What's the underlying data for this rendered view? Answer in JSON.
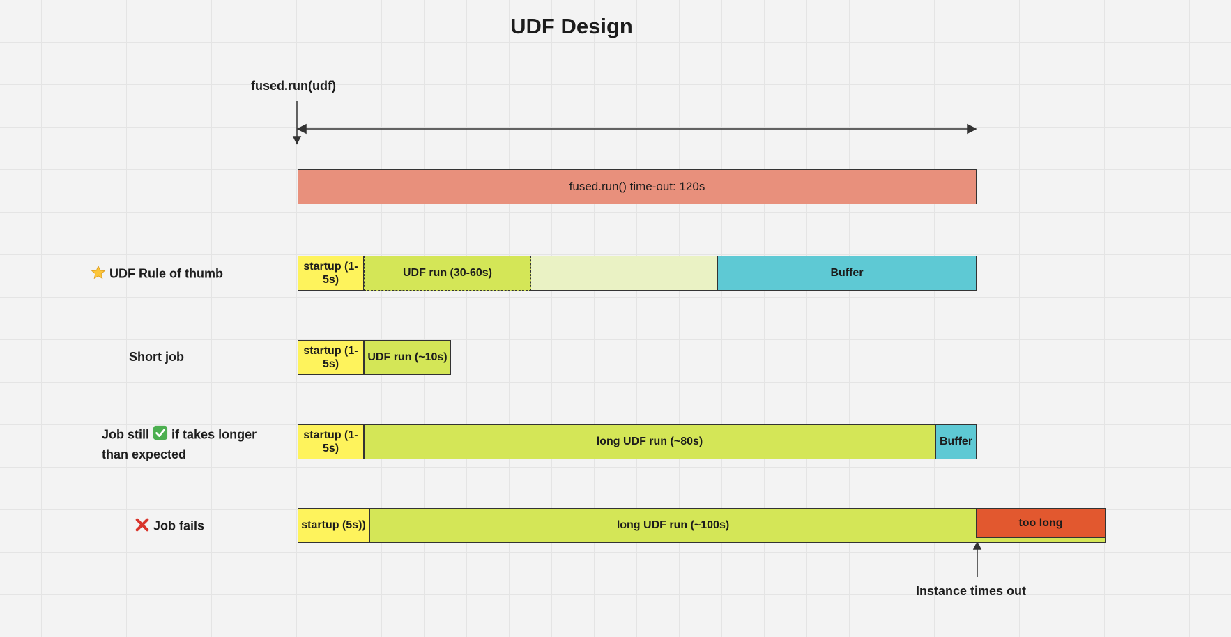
{
  "title": "UDF Design",
  "call_label": "fused.run(udf)",
  "timeout_bar": "fused.run() time-out: 120s",
  "rows": {
    "rule_of_thumb": {
      "label": "UDF Rule of thumb",
      "icon": "star-icon",
      "startup": "startup (1-5s)",
      "run": "UDF run (30-60s)",
      "buffer": "Buffer"
    },
    "short_job": {
      "label": "Short job",
      "startup": "startup (1-5s)",
      "run": "UDF run (~10s)"
    },
    "long_job": {
      "label_before_icon": "Job still",
      "icon": "check-mark-icon",
      "label_after_icon": "if takes longer",
      "label_line2": "than expected",
      "startup": "startup (1-5s)",
      "run": "long UDF run (~80s)",
      "buffer": "Buffer"
    },
    "failed_job": {
      "icon": "cross-mark-icon",
      "label": "Job fails",
      "startup": "startup (5s))",
      "run": "long UDF run (~100s)",
      "overflow": "too long"
    }
  },
  "timeout_annotation": "Instance times out",
  "colors": {
    "startup": "#fef35c",
    "run": "#d4e657",
    "run_slack": "#eaf2c4",
    "buffer": "#5ec9d4",
    "timeout": "#e8907c",
    "too_long": "#e2582f"
  }
}
